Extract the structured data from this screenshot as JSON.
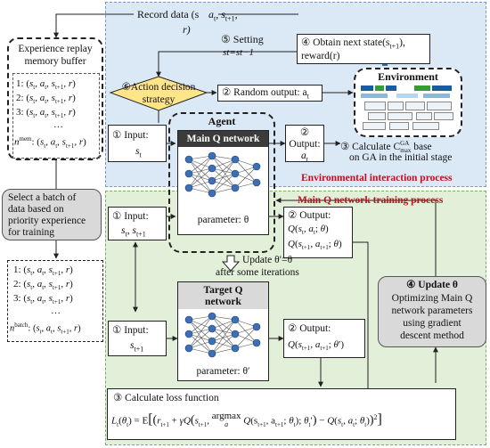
{
  "top": {
    "record_data": "Record data (s",
    "record_data_full": [
      "Record data (",
      "s",
      "t",
      ", ",
      "a",
      "t",
      ", ",
      "s",
      "t+1",
      ","
    ],
    "record_r": "r)",
    "setting_num": "⑤",
    "setting_label": "Setting",
    "setting_eq": "st=st−1",
    "obtain": "④ Obtain next state(s",
    "obtain_sub": "t+1",
    "obtain_end": "),",
    "reward": "reward(r)"
  },
  "memory": {
    "title_line1": "Experience replay",
    "title_line2": "memory buffer",
    "rows": [
      "1: (s",
      "2: (s",
      "3: (s"
    ],
    "row_labels": [
      "1:",
      "2:",
      "3:"
    ],
    "dots": "…",
    "last_prefix": "n",
    "last_sup": "mem",
    "last_suffix": ": (s"
  },
  "action": {
    "num": "⑥",
    "line1": "Action decision",
    "line2": "strategy"
  },
  "random": {
    "text": "② Random output: a",
    "sub": "t"
  },
  "environment": {
    "title": "Environment"
  },
  "agent": {
    "title": "Agent",
    "network": "Main Q network",
    "parameter": "parameter: θ"
  },
  "input1": {
    "num": "①",
    "label": "Input:",
    "var": "s",
    "sub": "t"
  },
  "output1": {
    "num": "②",
    "label": "Output:",
    "var": "a",
    "sub": "t"
  },
  "calc": {
    "prefix": "③ Calculate C",
    "sup": "GA",
    "sub": "max",
    "suffix": " base",
    "line2": "on GA in the initial stage"
  },
  "section1_label": "Environmental interaction process",
  "section2_label": "Main Q network training process",
  "select": {
    "line1": "Select a batch of",
    "line2": "data based on",
    "line3": "priority experience",
    "line4": "for training"
  },
  "input2": {
    "num": "①",
    "label": "Input:",
    "vars": "st, st+1"
  },
  "output2": {
    "num": "②",
    "label": "Output:",
    "line1": "Q(st, at; θ)",
    "line2": "Q(st+1, at+1; θ)"
  },
  "update_text": {
    "line1": "Update θ′=θ",
    "line2": "after some iterations"
  },
  "batch": {
    "row_labels": [
      "1:",
      "2:",
      "3:"
    ],
    "dots": "…",
    "last_prefix": "n",
    "last_sup": "batch"
  },
  "target": {
    "line1": "Target Q",
    "line2": "network",
    "parameter": "parameter: θ′"
  },
  "input3": {
    "num": "①",
    "label": "Input:",
    "var": "st+1"
  },
  "output3": {
    "num": "②",
    "label": "Output:",
    "line1": "Q(st+1, at+1; θ′)"
  },
  "update_box": {
    "title": "④ Update θ",
    "line1": "Optimizing Main Q",
    "line2": "network parameters",
    "line3": "using gradient",
    "line4": "descent method"
  },
  "loss": {
    "title": "③ Calculate loss function",
    "formula": "Lt(θt) = E[(rt+1 + γQ(st+1, argmax Q(st+1, at+1; θt); θt′) − Q(st, at; θt))²]"
  },
  "colors": {
    "blue_bg": "#dbe8f5",
    "green_bg": "#e2efd9",
    "diamond": "#ffe58a",
    "gray_box": "#d9d9d9",
    "network_header": "#3b3b3b",
    "red_text": "#c0111a",
    "env_arrow": "#2e6fa8"
  }
}
